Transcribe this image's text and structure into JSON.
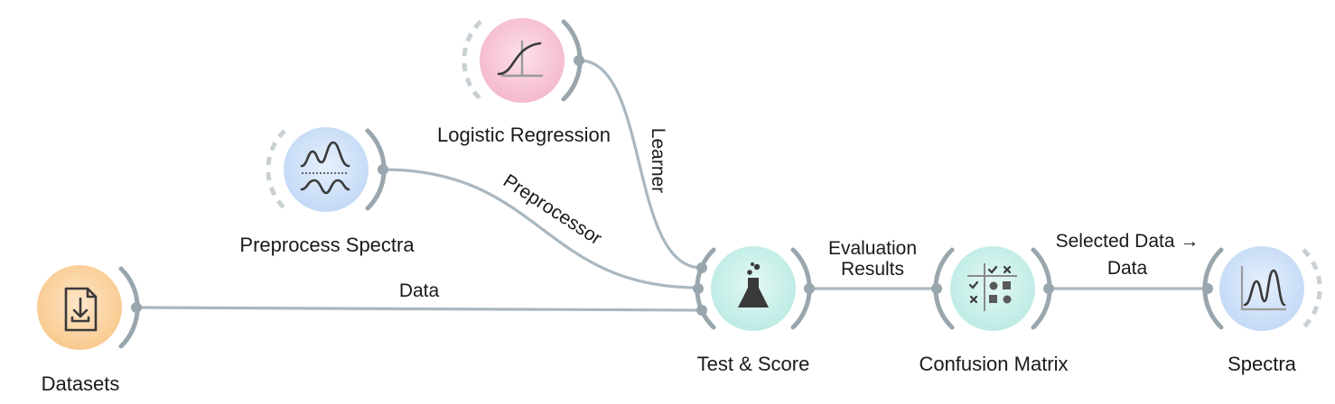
{
  "nodes": {
    "datasets": {
      "label": "Datasets",
      "icon": "file-download-icon",
      "color": "#fbd4a3"
    },
    "preprocess_spectra": {
      "label": "Preprocess Spectra",
      "icon": "spectra-preprocess-icon",
      "color": "#cfe1f8"
    },
    "logistic_regression": {
      "label": "Logistic Regression",
      "icon": "sigmoid-curve-icon",
      "color": "#f7c8d8"
    },
    "test_score": {
      "label": "Test & Score",
      "icon": "flask-icon",
      "color": "#c9efea"
    },
    "confusion_matrix": {
      "label": "Confusion Matrix",
      "icon": "matrix-icon",
      "color": "#c9efea"
    },
    "spectra": {
      "label": "Spectra",
      "icon": "spectra-peaks-icon",
      "color": "#cfe1f8"
    }
  },
  "links": {
    "data": "Data",
    "preprocessor": "Preprocessor",
    "learner": "Learner",
    "evaluation_line1": "Evaluation",
    "evaluation_line2": "Results",
    "selected_line1": "Selected Data →",
    "selected_line2": "Data"
  },
  "colors": {
    "link": "#a9b7c0",
    "bracket": "#9aa6ad"
  }
}
